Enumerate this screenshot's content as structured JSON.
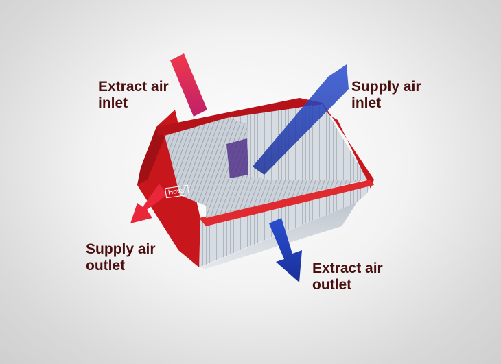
{
  "labels": {
    "extract_inlet": [
      "Extract air",
      "inlet"
    ],
    "supply_inlet": [
      "Supply air",
      "inlet"
    ],
    "supply_outlet": [
      "Supply air",
      "outlet"
    ],
    "extract_outlet": [
      "Extract air",
      "outlet"
    ]
  },
  "brand": "Hoval",
  "colors": {
    "housing_red": "#c8161d",
    "supply_blue": "#1f3fb8",
    "extract_red": "#e8283a",
    "text": "#4a1010"
  }
}
